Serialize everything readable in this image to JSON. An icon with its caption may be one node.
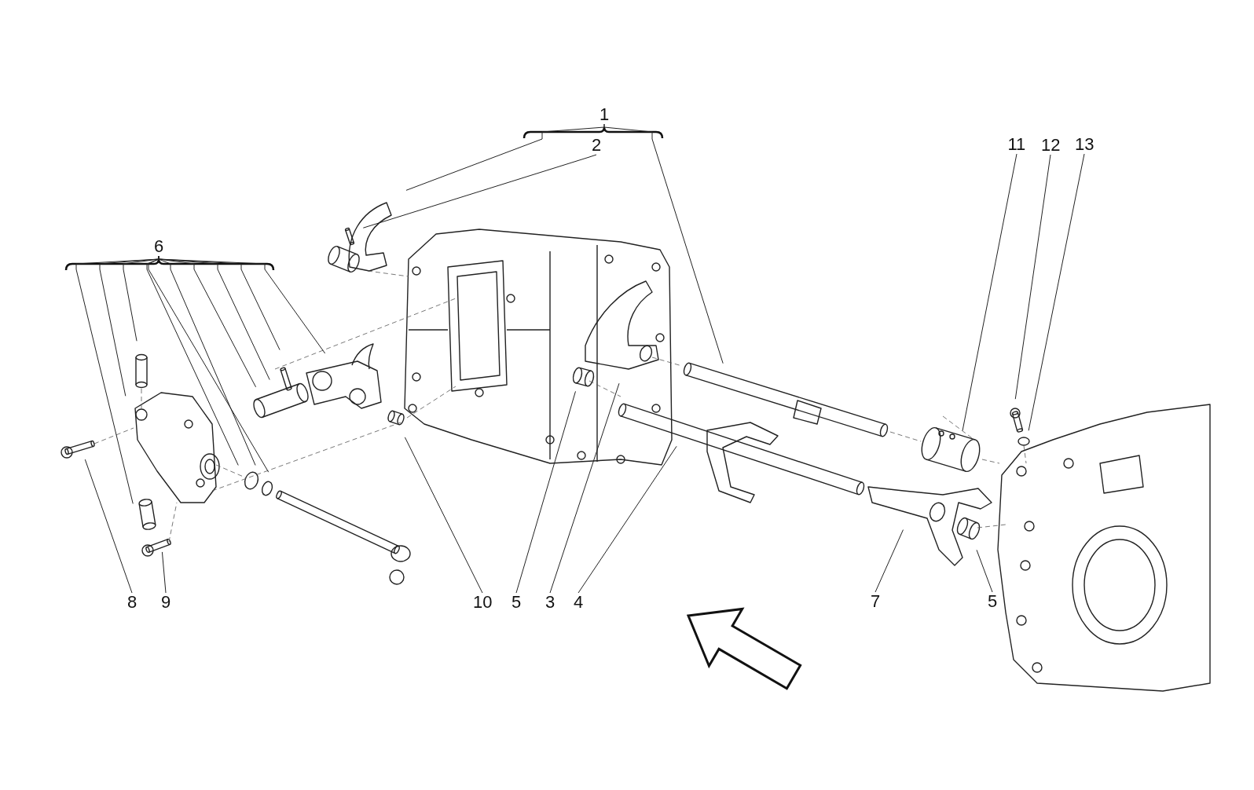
{
  "diagram": {
    "nodes": [
      {
        "text": [
          "1"
        ]
      },
      {
        "text": [
          "2"
        ]
      },
      {
        "text": [
          "11"
        ]
      },
      {
        "text": [
          "12"
        ]
      },
      {
        "text": [
          "13"
        ]
      },
      {
        "text": [
          "6"
        ]
      },
      {
        "text": [
          "8"
        ]
      },
      {
        "text": [
          "9"
        ]
      },
      {
        "text": [
          "10"
        ]
      },
      {
        "text": [
          "5"
        ]
      },
      {
        "text": [
          "3"
        ]
      },
      {
        "text": [
          "4"
        ]
      },
      {
        "text": [
          "7"
        ]
      },
      {
        "text": [
          "5"
        ]
      }
    ],
    "edges": [
      {
        "from": 0,
        "to": null,
        "arrow": "none"
      },
      {
        "from": 0,
        "to": null,
        "arrow": "none"
      },
      {
        "from": 1,
        "to": null,
        "arrow": "none"
      },
      {
        "from": 2,
        "to": null,
        "arrow": "none"
      },
      {
        "from": 3,
        "to": null,
        "arrow": "none"
      },
      {
        "from": 4,
        "to": null,
        "arrow": "none"
      },
      {
        "from": 5,
        "to": null,
        "arrow": "none"
      },
      {
        "from": 5,
        "to": null,
        "arrow": "none"
      },
      {
        "from": 5,
        "to": null,
        "arrow": "none"
      },
      {
        "from": 5,
        "to": null,
        "arrow": "none"
      },
      {
        "from": 5,
        "to": null,
        "arrow": "none"
      },
      {
        "from": 5,
        "to": null,
        "arrow": "none"
      },
      {
        "from": 5,
        "to": null,
        "arrow": "none"
      },
      {
        "from": 5,
        "to": null,
        "arrow": "none"
      },
      {
        "from": 5,
        "to": null,
        "arrow": "none"
      },
      {
        "from": 5,
        "to": null,
        "arrow": "none"
      },
      {
        "from": 6,
        "to": null,
        "arrow": "none"
      },
      {
        "from": 7,
        "to": null,
        "arrow": "none"
      },
      {
        "from": 8,
        "to": null,
        "arrow": "none"
      },
      {
        "from": 9,
        "to": null,
        "arrow": "none"
      },
      {
        "from": 10,
        "to": null,
        "arrow": "none"
      },
      {
        "from": 11,
        "to": null,
        "arrow": "none"
      },
      {
        "from": 12,
        "to": null,
        "arrow": "none"
      },
      {
        "from": 13,
        "to": null,
        "arrow": "none"
      }
    ]
  }
}
